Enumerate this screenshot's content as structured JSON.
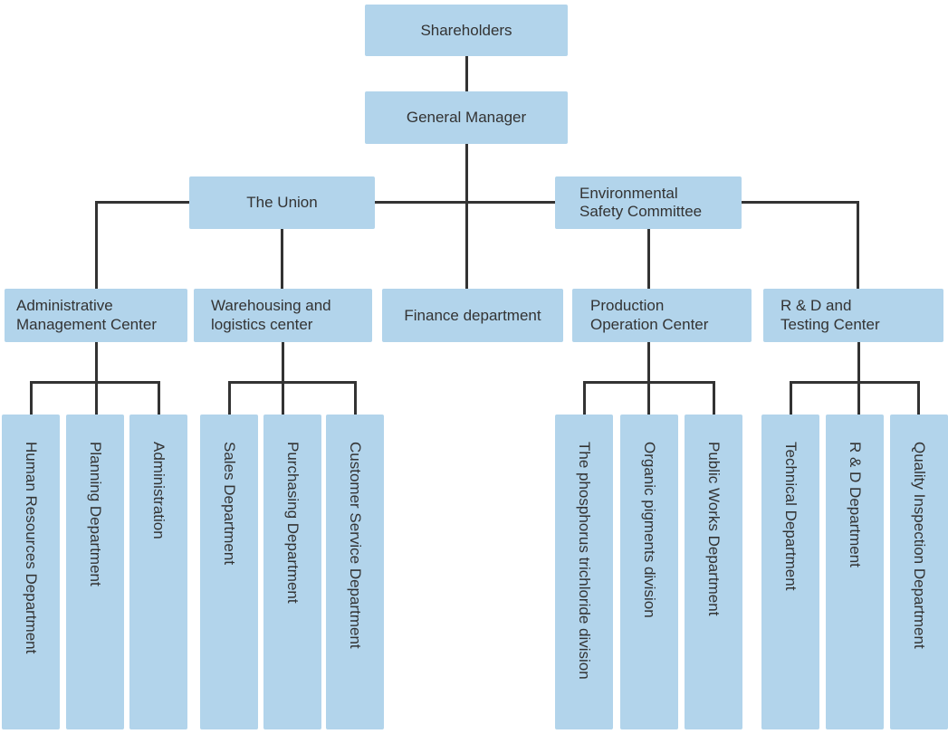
{
  "colors": {
    "node_fill": "#b2d4eb",
    "connector": "#333333",
    "text": "#333333",
    "background": "#ffffff"
  },
  "org_chart": {
    "nodes": {
      "shareholders": "Shareholders",
      "general_manager": "General Manager",
      "the_union": "The Union",
      "env_safety_committee": "Environmental\nSafety Committee",
      "admin_mgmt_center": "Administrative\nManagement Center",
      "warehousing_logistics": "Warehousing and\nlogistics center",
      "finance_dept": "Finance department",
      "production_center": "Production\nOperation Center",
      "rd_testing_center": "R & D and\nTesting Center",
      "hr_dept": "Human Resources Department",
      "planning_dept": "Planning Department",
      "administration": "Administration",
      "sales_dept": "Sales Department",
      "purchasing_dept": "Purchasing Department",
      "customer_service_dept": "Customer Service Department",
      "phosphorus_division": "The phosphorus trichloride division",
      "organic_pigments_division": "Organic pigments division",
      "public_works_dept": "Public Works Department",
      "technical_dept": "Technical Department",
      "rd_dept": "R & D Department",
      "quality_inspection_dept": "Quality Inspection Department"
    },
    "hierarchy": {
      "shareholders": [
        "general_manager"
      ],
      "general_manager": [
        "the_union",
        "finance_dept",
        "env_safety_committee"
      ],
      "the_union": [
        "admin_mgmt_center",
        "warehousing_logistics"
      ],
      "env_safety_committee": [
        "production_center",
        "rd_testing_center"
      ],
      "admin_mgmt_center": [
        "hr_dept",
        "planning_dept",
        "administration"
      ],
      "warehousing_logistics": [
        "sales_dept",
        "purchasing_dept",
        "customer_service_dept"
      ],
      "production_center": [
        "phosphorus_division",
        "organic_pigments_division",
        "public_works_dept"
      ],
      "rd_testing_center": [
        "technical_dept",
        "rd_dept",
        "quality_inspection_dept"
      ]
    }
  }
}
